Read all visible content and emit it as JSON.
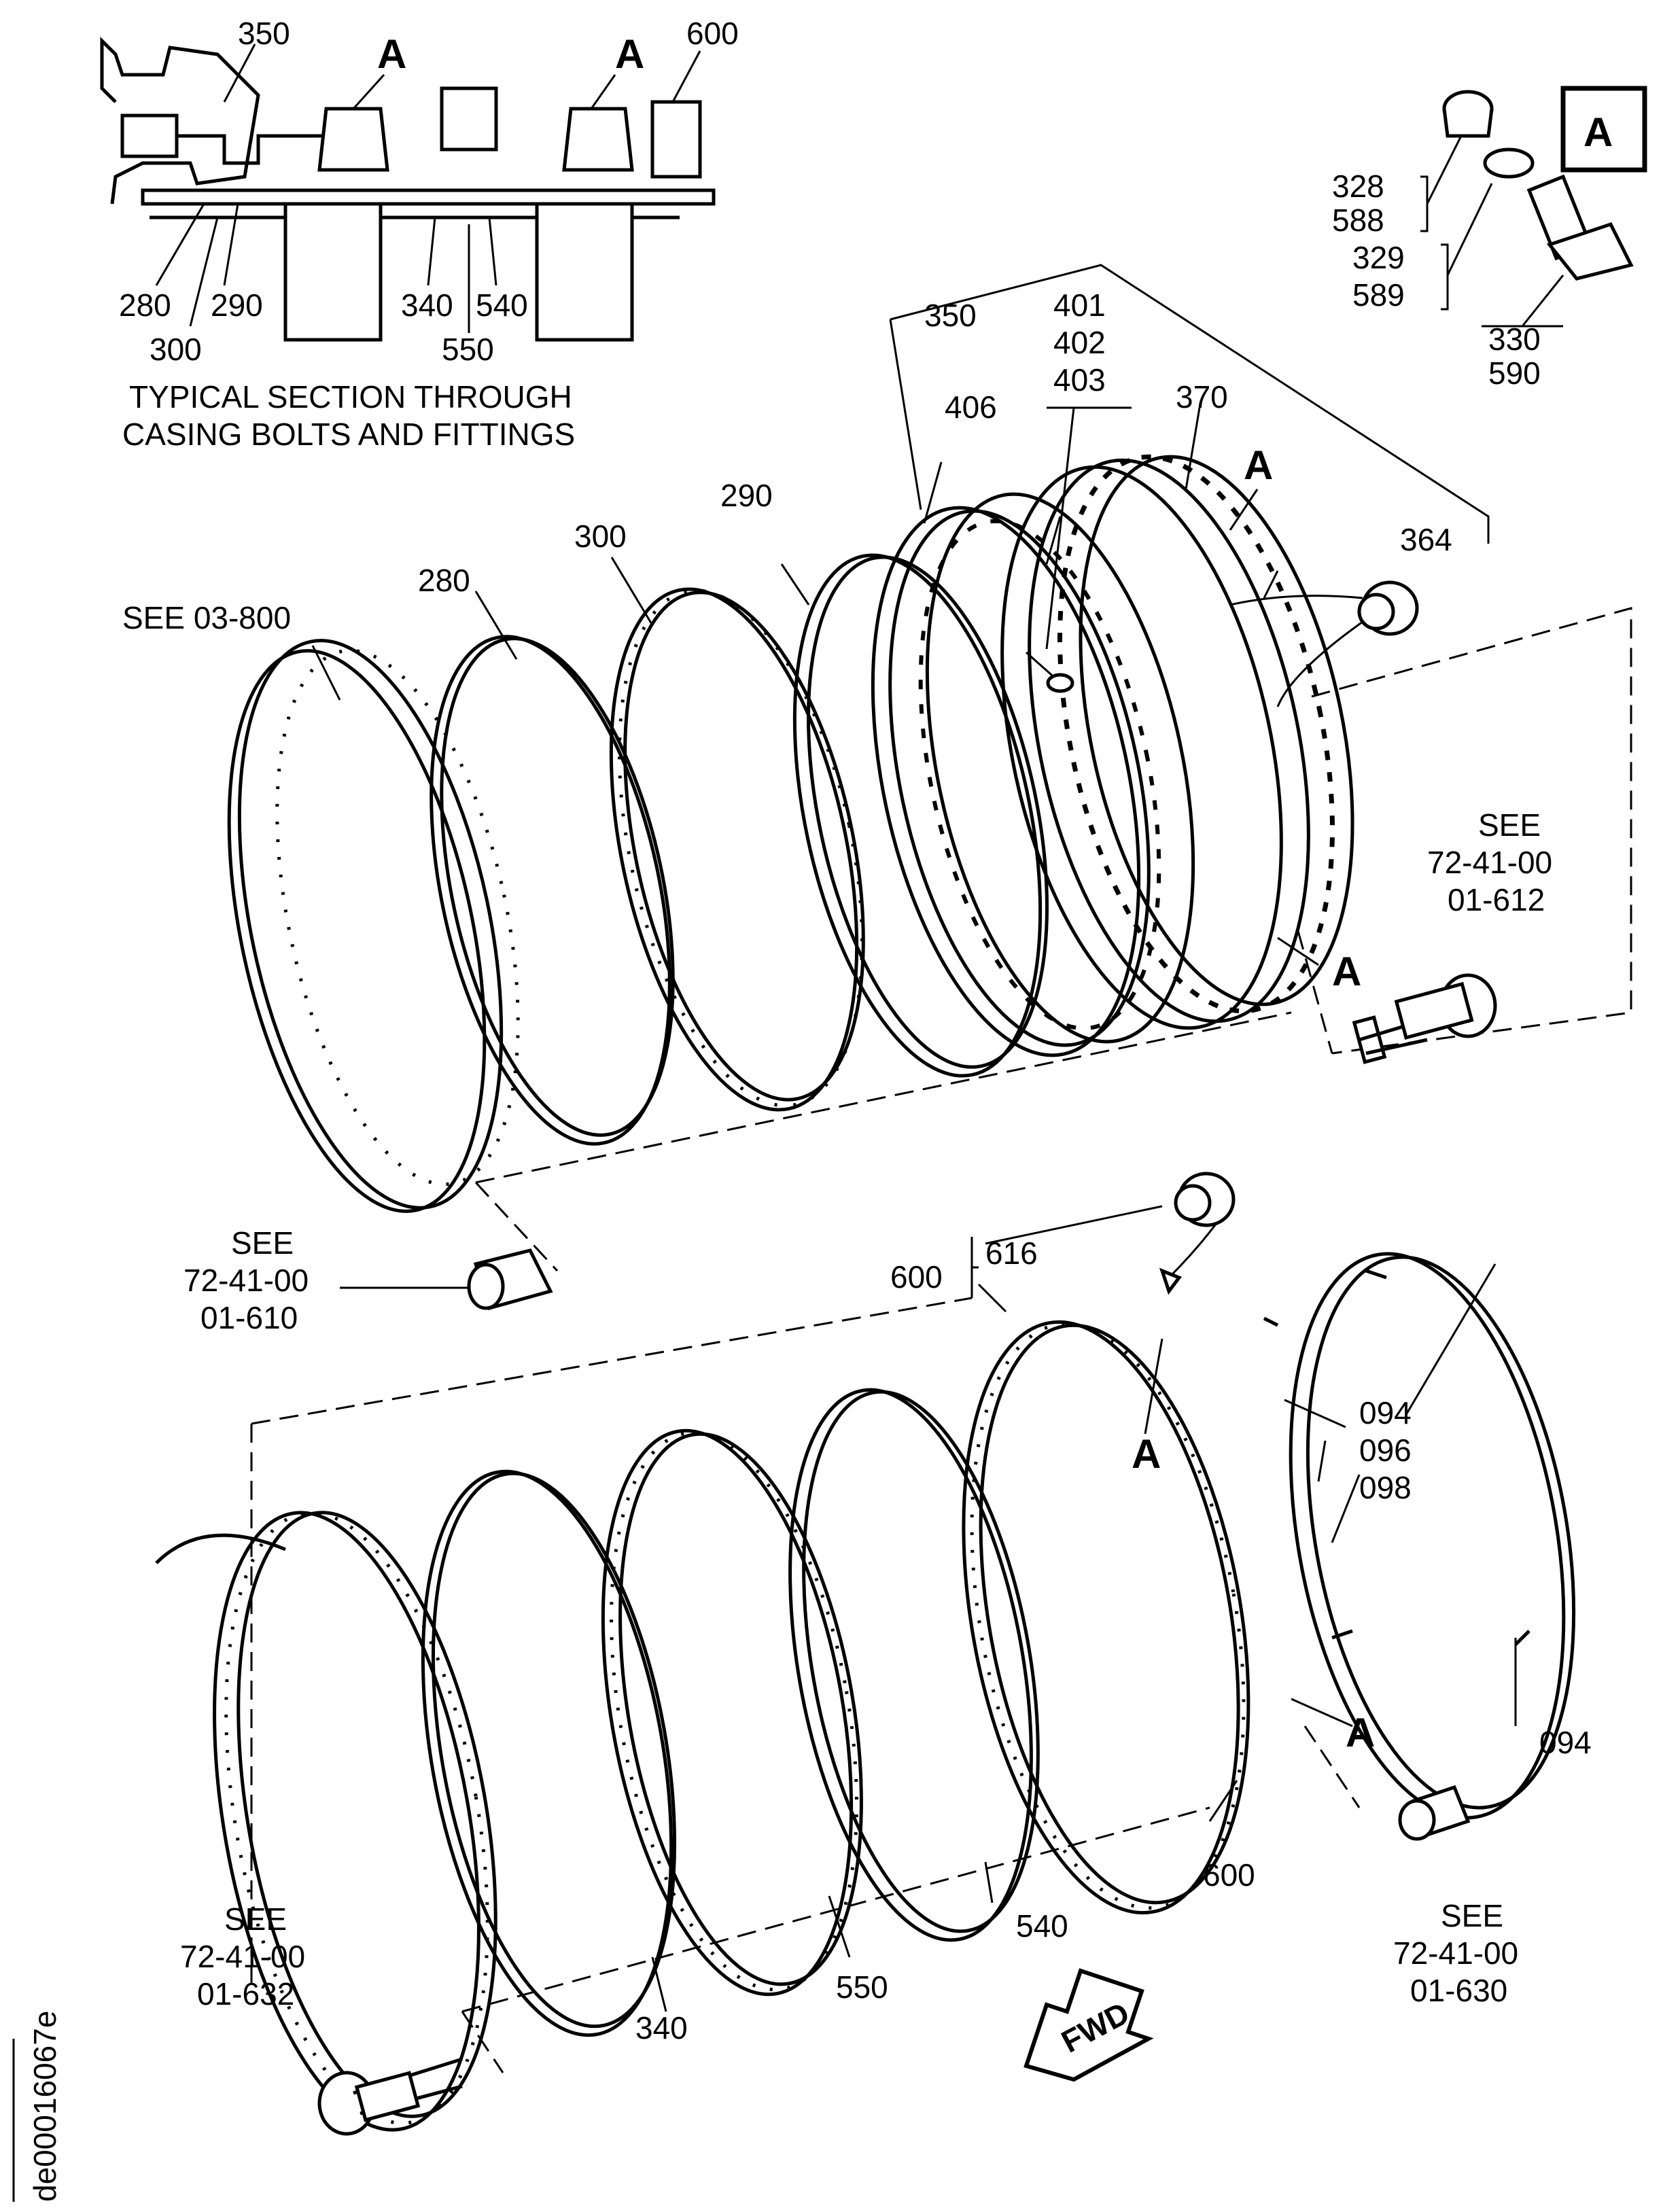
{
  "section": {
    "caption_line1": "TYPICAL SECTION THROUGH",
    "caption_line2": "CASING BOLTS AND FITTINGS",
    "labels": [
      "350",
      "A",
      "A",
      "600",
      "280",
      "290",
      "300",
      "340",
      "540",
      "550"
    ]
  },
  "detail": {
    "box_label": "A",
    "refs": [
      "328",
      "588",
      "329",
      "589",
      "330",
      "590"
    ]
  },
  "upper": {
    "ref_see_03": "SEE 03-800",
    "parts": [
      "280",
      "300",
      "290",
      "406",
      "350",
      "401",
      "402",
      "403",
      "370",
      "364"
    ],
    "view_labels": [
      "A",
      "A"
    ],
    "see_612": [
      "SEE",
      "72-41-00",
      "01-612"
    ],
    "see_610": [
      "SEE",
      "72-41-00",
      "01-610"
    ]
  },
  "lower": {
    "parts": [
      "616",
      "600",
      "094",
      "096",
      "098",
      "094",
      "600",
      "540",
      "550",
      "340"
    ],
    "view_labels": [
      "A",
      "A"
    ],
    "see_632": [
      "SEE",
      "72-41-00",
      "01-632"
    ],
    "see_630": [
      "SEE",
      "72-41-00",
      "01-630"
    ],
    "fwd": "FWD"
  },
  "figure_id": "de00016067e"
}
